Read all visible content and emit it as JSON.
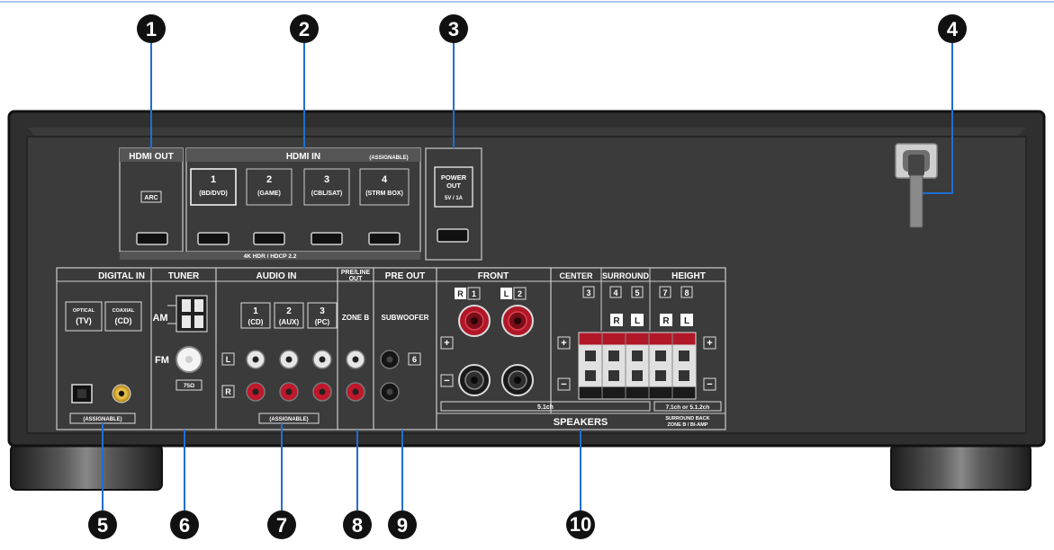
{
  "callouts": [
    "1",
    "2",
    "3",
    "4",
    "5",
    "6",
    "7",
    "8",
    "9",
    "10"
  ],
  "hdmi_out": {
    "title": "HDMI OUT",
    "arc": "ARC"
  },
  "hdmi_in": {
    "title": "HDMI IN",
    "assignable": "(ASSIGNABLE)",
    "inputs": [
      {
        "num": "1",
        "name": "(BD/DVD)"
      },
      {
        "num": "2",
        "name": "(GAME)"
      },
      {
        "num": "3",
        "name": "(CBL/SAT)"
      },
      {
        "num": "4",
        "name": "(STRM BOX)"
      }
    ],
    "footer": "4K HDR / HDCP 2.2"
  },
  "power_out": {
    "line1": "POWER",
    "line2": "OUT",
    "rating": "5V / 1A"
  },
  "digital_in": {
    "title": "DIGITAL IN",
    "optical_label": "OPTICAL",
    "optical_name": "(TV)",
    "coaxial_label": "COAXIAL",
    "coaxial_name": "(CD)",
    "assignable": "(ASSIGNABLE)"
  },
  "tuner": {
    "title": "TUNER",
    "am": "AM",
    "fm": "FM",
    "ohm": "75Ω"
  },
  "audio_in": {
    "title": "AUDIO IN",
    "inputs": [
      {
        "num": "1",
        "name": "(CD)"
      },
      {
        "num": "2",
        "name": "(AUX)"
      },
      {
        "num": "3",
        "name": "(PC)"
      }
    ],
    "left": "L",
    "right": "R",
    "assignable": "(ASSIGNABLE)"
  },
  "preline_out": {
    "title1": "PRE/LINE",
    "title2": "OUT",
    "zone": "ZONE B"
  },
  "pre_out": {
    "title": "PRE OUT",
    "subwoofer": "SUBWOOFER",
    "channel": "6"
  },
  "speakers": {
    "front_title": "FRONT",
    "front_r": "R",
    "front_r_num": "1",
    "front_l": "L",
    "front_l_num": "2",
    "center_title": "CENTER",
    "center_num": "3",
    "surround_title": "SURROUND",
    "surround_nums": [
      "4",
      "5"
    ],
    "height_title": "HEIGHT",
    "height_nums": [
      "7",
      "8"
    ],
    "r": "R",
    "l": "L",
    "plus": "+",
    "minus": "−",
    "config_51": "5.1ch",
    "config_71": "7.1ch or 5.1.2ch",
    "speakers_label": "SPEAKERS",
    "surround_back1": "SURROUND BACK",
    "surround_back2": "ZONE B / BI-AMP"
  }
}
